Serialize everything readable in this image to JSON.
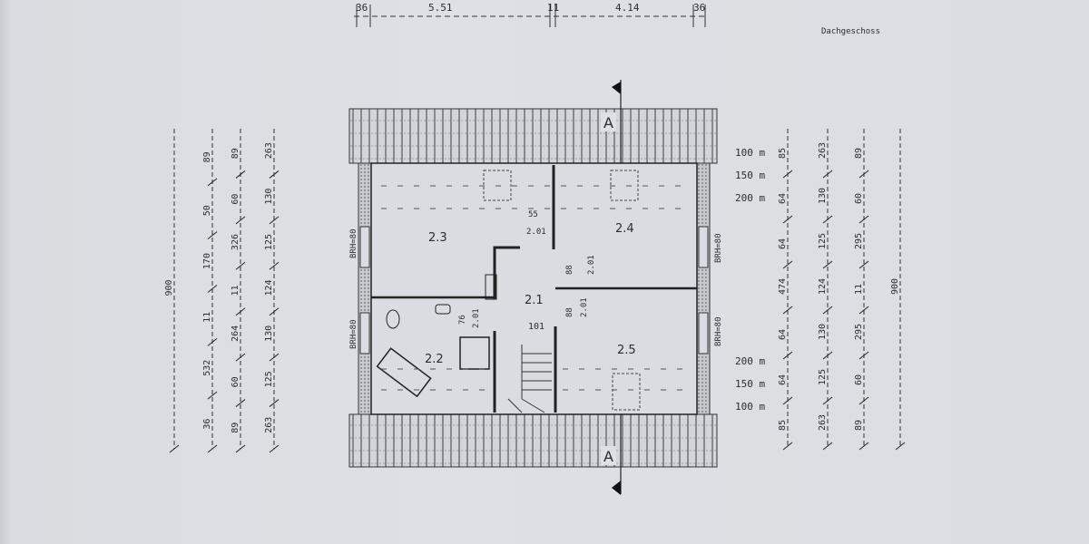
{
  "top_dims": [
    "36",
    "5.51",
    "11",
    "4.14",
    "36"
  ],
  "caption": "Dachgeschoss",
  "section_marker": "A",
  "rooms": [
    "2.1",
    "2.2",
    "2.3",
    "2.4",
    "2.5"
  ],
  "window_labels": [
    "BRH=80",
    "BRH=80",
    "BRH=80",
    "BRH=80"
  ],
  "door_dims": [
    "55",
    "2.01",
    "88",
    "2.01",
    "88",
    "2.01",
    "76",
    "2.01",
    "101"
  ],
  "left_dims": {
    "line1": [
      "900"
    ],
    "line2": [
      "36",
      "532",
      "11",
      "170",
      "50",
      "89"
    ],
    "line3": [
      "89",
      "60",
      "264",
      "11",
      "326",
      "60",
      "89"
    ],
    "line4": [
      "263",
      "125",
      "130",
      "124",
      "125",
      "130",
      "263"
    ]
  },
  "right_heights": [
    "100",
    "150",
    "200",
    "200",
    "150",
    "100"
  ],
  "right_dims": {
    "line1": [
      "85",
      "64",
      "64",
      "474",
      "64",
      "64",
      "85"
    ],
    "line2": [
      "263",
      "125",
      "130",
      "124",
      "125",
      "130",
      "263"
    ],
    "line3": [
      "89",
      "60",
      "295",
      "11",
      "295",
      "60",
      "89"
    ],
    "line4": [
      "900"
    ]
  },
  "colors": {
    "paper": "#dde0e4",
    "ink": "#2a2d33"
  }
}
